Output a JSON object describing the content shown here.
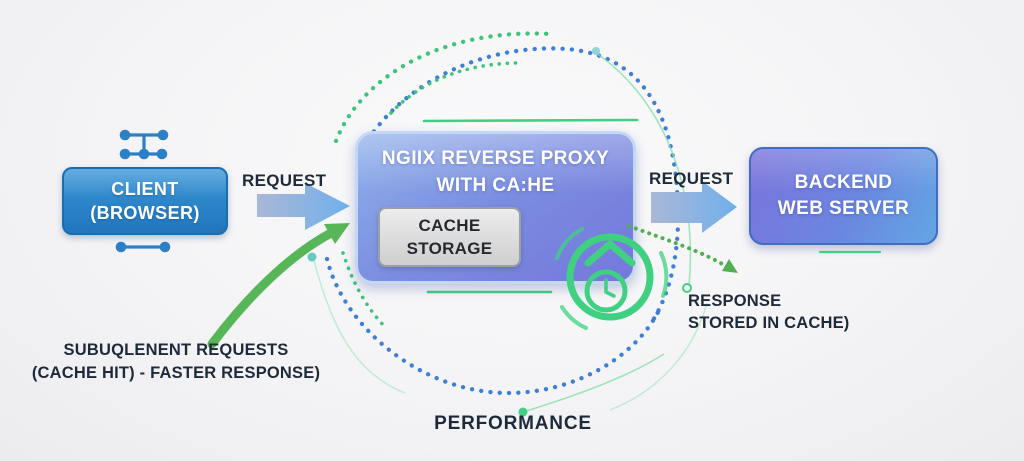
{
  "nodes": {
    "client": {
      "line1": "CLIENT",
      "line2": "(BROWSER)"
    },
    "proxy": {
      "line1": "NGIIX REVERSE PROXY",
      "line2": "WITH CA:HE"
    },
    "cache": {
      "line1": "CACHE",
      "line2": "STORAGE"
    },
    "backend": {
      "line1": "BACKEND",
      "line2": "WEB SERVER"
    }
  },
  "labels": {
    "request_left": "REQUEST",
    "request_right": "REQUEST",
    "subsequent_line1": "SUBUQLENENT REQUESTS",
    "subsequent_line2": "(CACHE HIT) - FASTER RESPONSE)",
    "response_line1": "RESPONSE",
    "response_line2": "STORED IN CACHE)",
    "performance": "PERFORMANCE"
  },
  "icons": {
    "client_network": "network-nodes-icon",
    "performance_badge": "speed-clock-icon"
  },
  "colors": {
    "background": "#f4f4f6",
    "text_dark": "#1d2a3a",
    "client_box_top": "#3a96d8",
    "client_box_bottom": "#2176bc",
    "client_border": "#1c6cb0",
    "proxy_box_start": "#8fb0ea",
    "proxy_box_end": "#7478dc",
    "proxy_border": "#c3d8f4",
    "backend_box_start": "#7b73dc",
    "backend_box_end": "#63a6e3",
    "backend_border": "#3f6dc2",
    "cache_box_top": "#ececec",
    "cache_box_bottom": "#cfcfcf",
    "cache_border": "#9aa0a6",
    "cache_text": "#26292e",
    "arrow_blue_light": "#aab7d6",
    "arrow_blue": "#6fb0ec",
    "green_accent": "#3fd181",
    "green_arrow": "#57b657",
    "green_dots": "#3cc579",
    "blue_dots": "#3c7fd6"
  }
}
